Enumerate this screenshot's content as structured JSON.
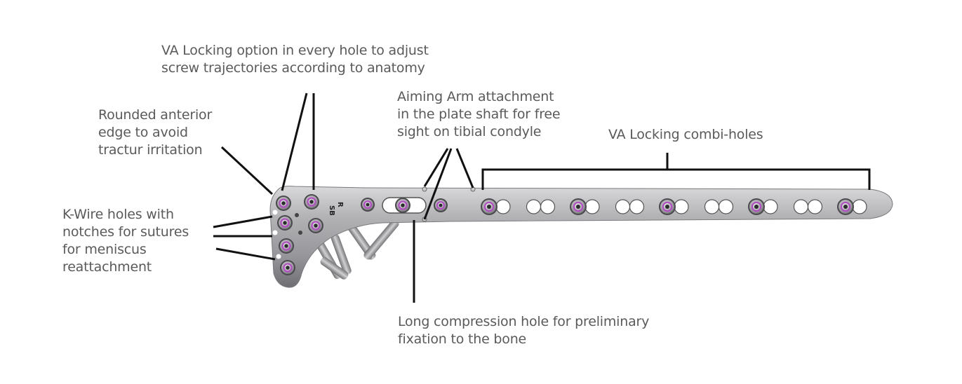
{
  "annotations": {
    "va_locking_option": {
      "lines": [
        "VA Locking option in every hole to adjust",
        "screw trajectories according to anatomy"
      ]
    },
    "rounded_edge": {
      "lines": [
        "Rounded anterior",
        "edge to avoid",
        "tractur irritation"
      ]
    },
    "kwire_holes": {
      "lines": [
        "K-Wire holes with",
        "notches for sutures",
        "for meniscus",
        "reattachment"
      ]
    },
    "aiming_arm": {
      "lines": [
        "Aiming Arm attachment",
        "in the plate shaft for free",
        "sight on tibial condyle"
      ]
    },
    "combi_holes": {
      "lines": [
        "VA Locking combi-holes"
      ]
    },
    "compression_hole": {
      "lines": [
        "Long compression hole for preliminary",
        "fixation to the bone"
      ]
    }
  },
  "plate": {
    "engraving": [
      "SB",
      "R"
    ],
    "shaft_hole_pattern": [
      "screw",
      "empty",
      "screw",
      "empty",
      "screw",
      "empty",
      "screw",
      "empty",
      "screw"
    ],
    "colors": {
      "metal": "#a9a9ab",
      "metal_dark": "#6e6e72",
      "screw_accent": "#b04fc0",
      "leader_line": "#111111"
    }
  }
}
